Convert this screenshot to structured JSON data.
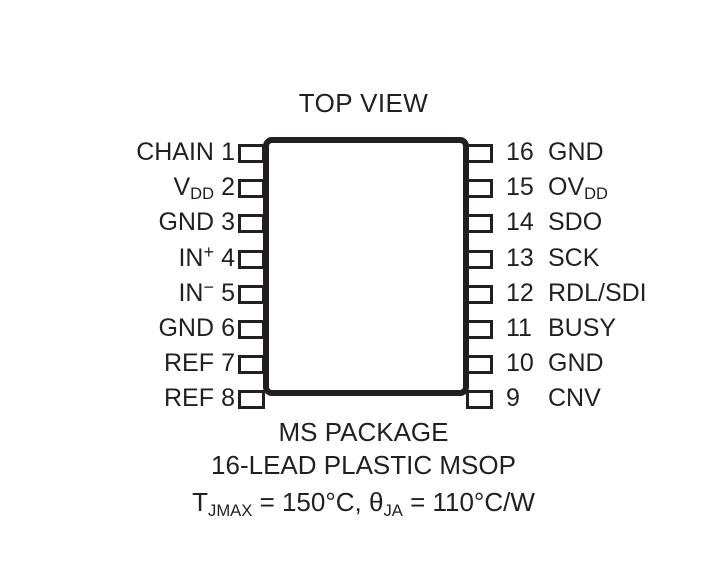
{
  "diagram": {
    "title": "TOP VIEW",
    "package_body": {
      "shape": "rounded-rectangle",
      "stroke_color": "#231f20",
      "fill_color": "#ffffff"
    },
    "left_pins": [
      {
        "number": "1",
        "name": "CHAIN",
        "name_html": "CHAIN"
      },
      {
        "number": "2",
        "name": "VDD",
        "name_html": "V<sub>DD</sub>"
      },
      {
        "number": "3",
        "name": "GND",
        "name_html": "GND"
      },
      {
        "number": "4",
        "name": "IN+",
        "name_html": "IN<sup>+</sup>"
      },
      {
        "number": "5",
        "name": "IN-",
        "name_html": "IN<sup>&#8722;</sup>"
      },
      {
        "number": "6",
        "name": "GND",
        "name_html": "GND"
      },
      {
        "number": "7",
        "name": "REF",
        "name_html": "REF"
      },
      {
        "number": "8",
        "name": "REF",
        "name_html": "REF"
      }
    ],
    "right_pins": [
      {
        "number": "16",
        "name": "GND",
        "name_html": "GND"
      },
      {
        "number": "15",
        "name": "OVDD",
        "name_html": "OV<sub>DD</sub>"
      },
      {
        "number": "14",
        "name": "SDO",
        "name_html": "SDO"
      },
      {
        "number": "13",
        "name": "SCK",
        "name_html": "SCK"
      },
      {
        "number": "12",
        "name": "RDL/SDI",
        "name_html": "RDL/SDI"
      },
      {
        "number": "11",
        "name": "BUSY",
        "name_html": "BUSY"
      },
      {
        "number": "10",
        "name": "GND",
        "name_html": "GND"
      },
      {
        "number": "9",
        "name": "CNV",
        "name_html": "CNV"
      }
    ],
    "caption": {
      "line1": "MS PACKAGE",
      "line2": "16-LEAD PLASTIC MSOP",
      "line3_text": "TJMAX = 150°C, θJA = 110°C/W",
      "line3_html": "T<sub>JMAX</sub> = 150&#176;C, &#952;<sub>JA</sub> = 110&#176;C/W"
    },
    "colors": {
      "ink": "#231f20",
      "background": "#ffffff"
    }
  }
}
